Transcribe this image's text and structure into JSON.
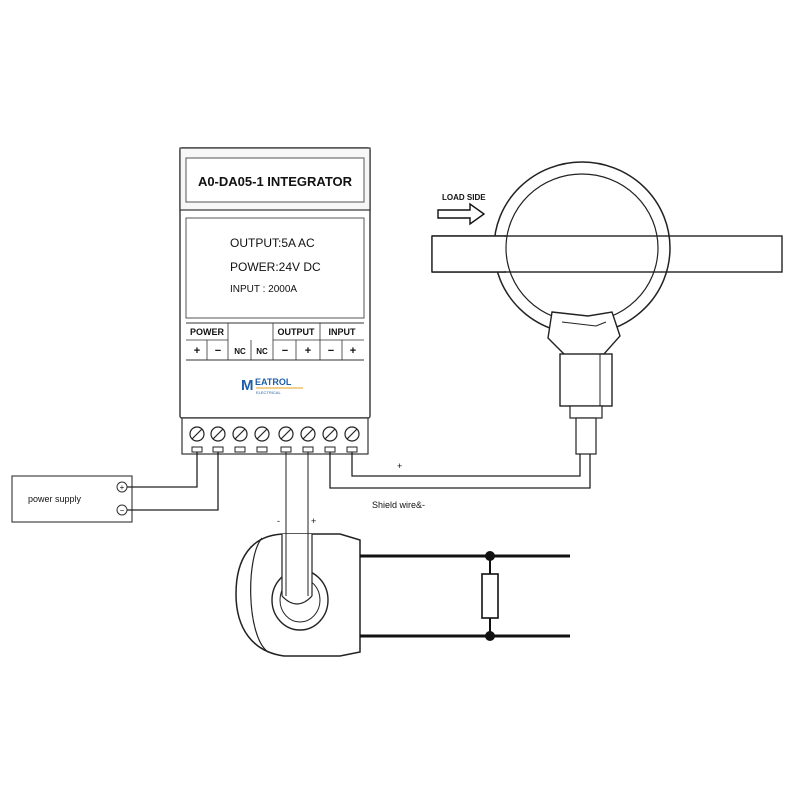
{
  "device": {
    "title": "A0-DA05-1 INTEGRATOR",
    "output_spec": "OUTPUT:5A  AC",
    "power_spec": "POWER:24V DC",
    "input_spec": "INPUT : 2000A",
    "brand": "EATROL",
    "brand_initial": "M",
    "brand_sub": "ELECTRICAL"
  },
  "terminal_groups": {
    "power": {
      "label": "POWER",
      "plus": "+",
      "minus": "−"
    },
    "nc": {
      "first": "NC",
      "second": "NC"
    },
    "output": {
      "label": "OUTPUT",
      "minus": "−",
      "plus": "+"
    },
    "input": {
      "label": "INPUT",
      "minus": "−",
      "plus": "+"
    }
  },
  "load_side_label": "LOAD SIDE",
  "power_supply": {
    "label": "power supply",
    "plus": "+",
    "minus": "−"
  },
  "wire_labels": {
    "input_plus": "+",
    "shield": "Shield wire&-",
    "ct_minus": "-",
    "ct_plus": "+"
  }
}
